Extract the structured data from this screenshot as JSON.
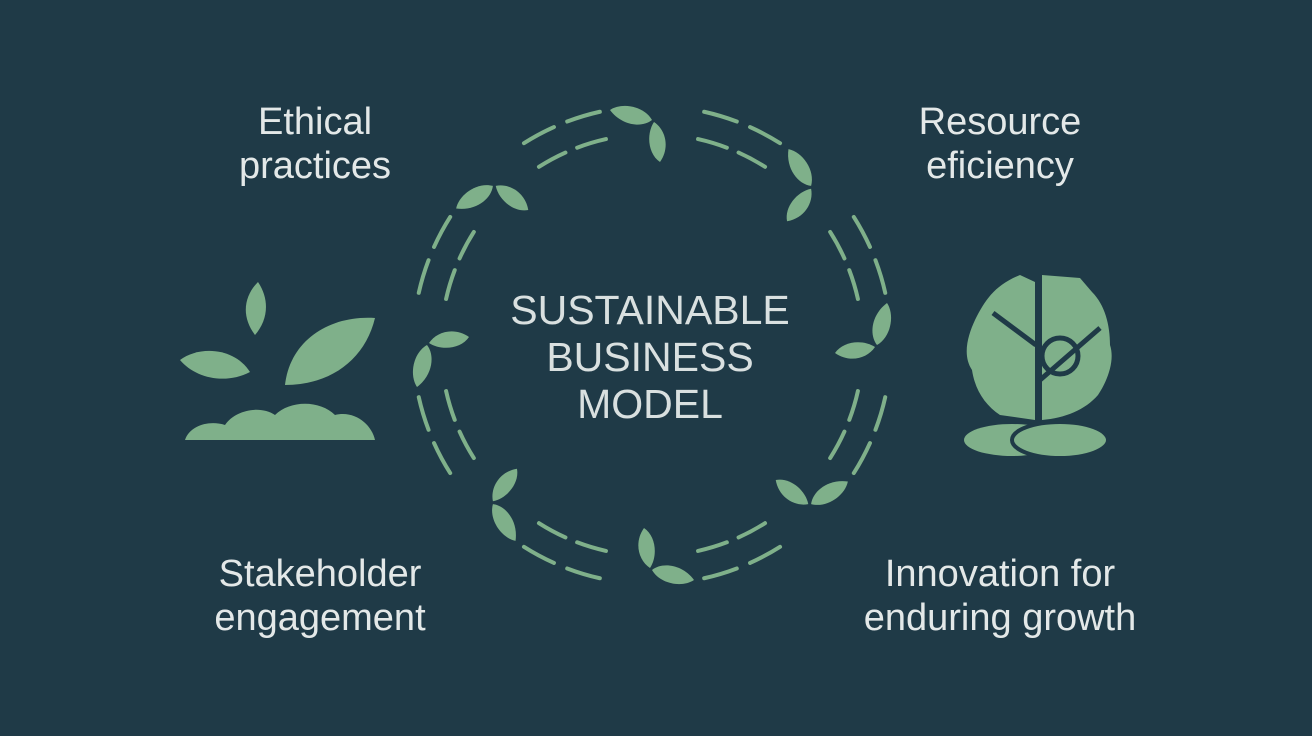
{
  "center_title": [
    "SUSTAINABLE",
    "BUSINESS",
    "MODEL"
  ],
  "labels": {
    "top_left": [
      "Ethical",
      "practices"
    ],
    "top_right": [
      "Resource",
      "eficiency"
    ],
    "bottom_left": [
      "Stakeholder",
      "engagement"
    ],
    "bottom_right": [
      "Innovation for",
      "enduring growth"
    ]
  },
  "colors": {
    "background": "#1f3a47",
    "accent": "#7fb08a",
    "text": "#e3e8e8"
  }
}
